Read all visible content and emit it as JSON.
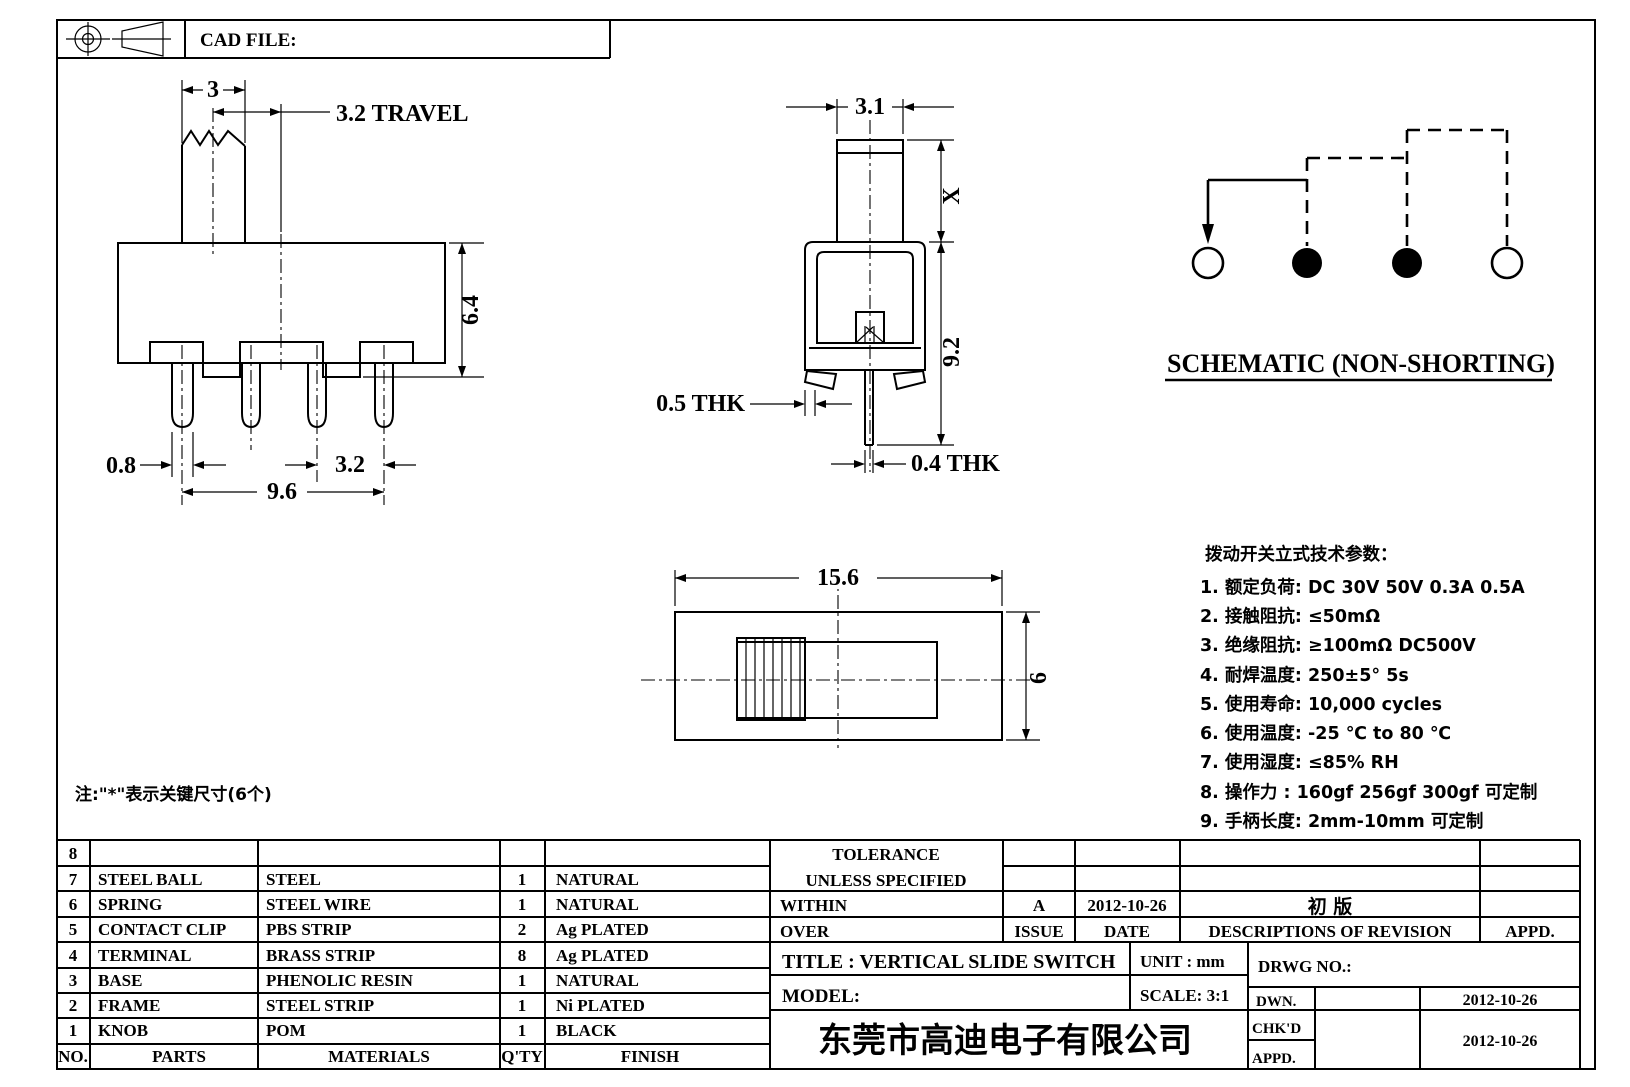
{
  "header": {
    "cad_file_label": "CAD FILE:"
  },
  "views": {
    "front": {
      "dim_knob_width": "3",
      "dim_travel": "3.2 TRAVEL",
      "dim_body_height": "6.4",
      "dim_pin_width": "0.8",
      "dim_pin_pitch": "3.2",
      "dim_pin_span": "9.6"
    },
    "side": {
      "dim_knob_depth": "3.1",
      "dim_handle_length": "X",
      "dim_total_height": "9.2",
      "dim_frame_thickness": "0.5 THK",
      "dim_pin_thickness": "0.4 THK"
    },
    "top": {
      "dim_length": "15.6",
      "dim_width": "6"
    }
  },
  "schematic": {
    "title": "SCHEMATIC (NON-SHORTING)"
  },
  "tech_params": {
    "title": "拨动开关立式技术参数：",
    "items": [
      "1. 额定负荷: DC 30V   50V   0.3A   0.5A",
      "2. 接触阻抗: ≤50mΩ",
      "3. 绝缘阻抗: ≥100mΩ  DC500V",
      "4. 耐焊温度: 250±5°  5s",
      "5. 使用寿命: 10,000 cycles",
      "6. 使用温度: -25 ℃  to 80 ℃",
      "7. 使用湿度: ≤85% RH",
      "8. 操作力 : 160gf   256gf   300gf  可定制",
      "9. 手柄长度: 2mm-10mm  可定制"
    ]
  },
  "note": "注:\"*\"表示关键尺寸(6个)",
  "parts_table": {
    "headers": {
      "no": "NO.",
      "parts": "PARTS",
      "materials": "MATERIALS",
      "qty": "Q'TY",
      "finish": "FINISH"
    },
    "rows": [
      {
        "no": "8",
        "parts": "",
        "materials": "",
        "qty": "",
        "finish": ""
      },
      {
        "no": "7",
        "parts": "STEEL BALL",
        "materials": "STEEL",
        "qty": "1",
        "finish": "NATURAL"
      },
      {
        "no": "6",
        "parts": "SPRING",
        "materials": "STEEL WIRE",
        "qty": "1",
        "finish": "NATURAL"
      },
      {
        "no": "5",
        "parts": "CONTACT CLIP",
        "materials": "PBS STRIP",
        "qty": "2",
        "finish": "Ag PLATED"
      },
      {
        "no": "4",
        "parts": "TERMINAL",
        "materials": "BRASS STRIP",
        "qty": "8",
        "finish": "Ag PLATED"
      },
      {
        "no": "3",
        "parts": "BASE",
        "materials": "PHENOLIC RESIN",
        "qty": "1",
        "finish": "NATURAL"
      },
      {
        "no": "2",
        "parts": "FRAME",
        "materials": "STEEL STRIP",
        "qty": "1",
        "finish": "Ni PLATED"
      },
      {
        "no": "1",
        "parts": "KNOB",
        "materials": "POM",
        "qty": "1",
        "finish": "BLACK"
      }
    ]
  },
  "title_block": {
    "tolerance_line1": "TOLERANCE",
    "tolerance_line2": "UNLESS  SPECIFIED",
    "within_label": "WITHIN",
    "over_label": "OVER",
    "issue_value": "A",
    "issue_label": "ISSUE",
    "date_value": "2012-10-26",
    "date_label": "DATE",
    "revision_description": "初  版",
    "revision_label": "DESCRIPTIONS OF REVISION",
    "appd_label": "APPD.",
    "title": "TITLE :   VERTICAL SLIDE SWITCH",
    "unit": "UNIT :   mm",
    "drwg_no_label": "DRWG NO.:",
    "model_label": "MODEL:",
    "scale": "SCALE:   3:1",
    "company": "东莞市高迪电子有限公司",
    "dwn_label": "DWN.",
    "dwn_date": "2012-10-26",
    "chkd_label": "CHK'D",
    "appd2_label": "APPD.",
    "chk_date": "2012-10-26"
  }
}
